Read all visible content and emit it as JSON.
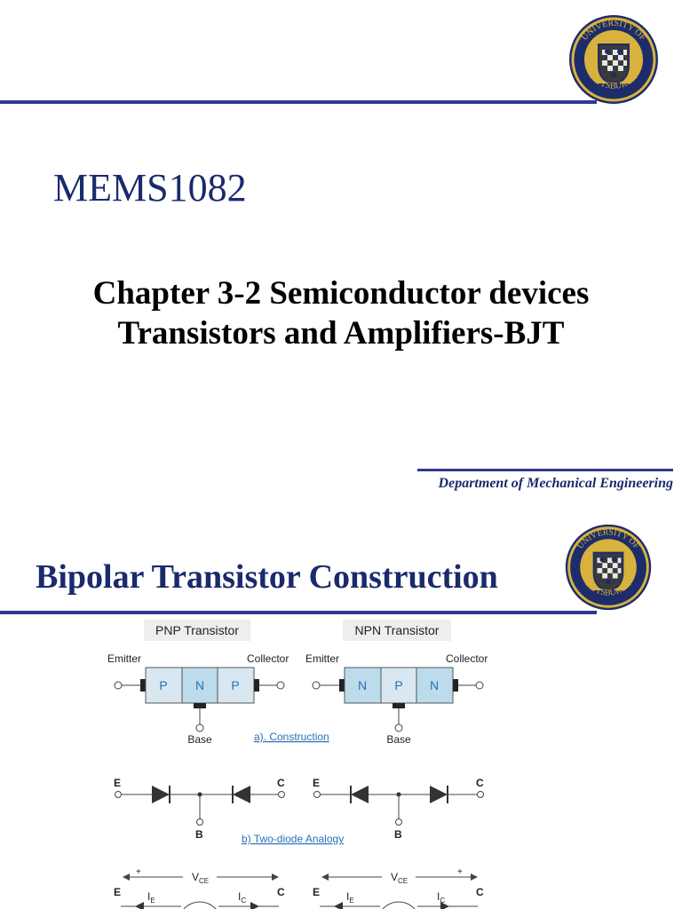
{
  "slide1": {
    "course_code": "MEMS1082",
    "chapter_line1": "Chapter 3-2 Semiconductor devices",
    "chapter_line2": "Transistors and Amplifiers-BJT",
    "department": "Department of Mechanical Engineering"
  },
  "slide2": {
    "title": "Bipolar Transistor Construction"
  },
  "seal": {
    "text_top": "UNIVERSITY OF",
    "text_bottom": "PITTSBURGH",
    "icon": "university-seal-icon"
  },
  "figure": {
    "pnp_label": "PNP Transistor",
    "npn_label": "NPN Transistor",
    "emitter": "Emitter",
    "collector": "Collector",
    "base": "Base",
    "pnp_layers": [
      "P",
      "N",
      "P"
    ],
    "npn_layers": [
      "N",
      "P",
      "N"
    ],
    "caption_a": "a).  Construction",
    "caption_b": "b)   Two-diode Analogy",
    "E": "E",
    "C": "C",
    "B": "B",
    "vce": "V",
    "vce_sub": "CE",
    "ie": "I",
    "ie_sub": "E",
    "ic": "I",
    "ic_sub": "C",
    "plus": "+"
  },
  "colors": {
    "navy": "#1a2a6c",
    "rule": "#2f3a8f",
    "seal_gold": "#d8b23c",
    "seal_navy": "#1d2d6b",
    "layer_p": "#d9e7f1",
    "layer_n": "#bcdcec",
    "caption_blue": "#2b6fb8"
  }
}
